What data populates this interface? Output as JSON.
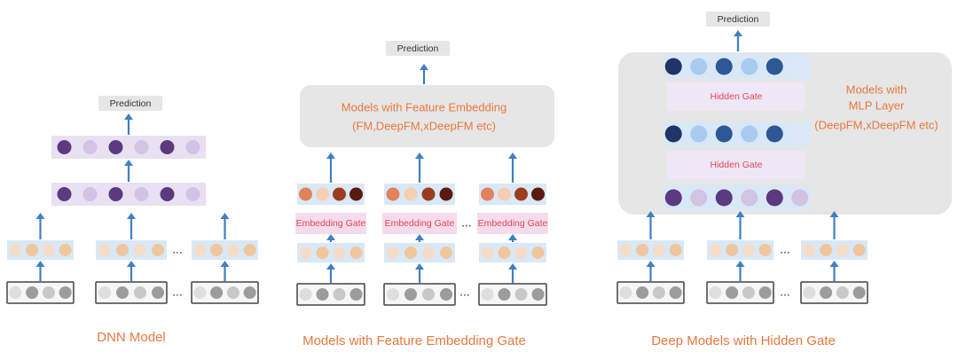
{
  "colors": {
    "arrow": "#3f7fc4",
    "orange_text": "#e8783e",
    "gate_text": "#e04858",
    "gray_box": "#e6e6e6",
    "embedding_bar": "#d9e8f6",
    "gate_bg": "#f5dcec",
    "hidden_gate_bg": "#efe6f6"
  },
  "labels": {
    "prediction": "Prediction",
    "ellipsis": "...",
    "embedding_gate": "Embedding Gate",
    "hidden_gate": "Hidden Gate"
  },
  "dnn": {
    "caption": "DNN Model"
  },
  "feature_embedding": {
    "box_line1": "Models with Feature Embedding",
    "box_line2": "(FM,DeepFM,xDeepFM etc)",
    "caption": "Models with Feature Embedding Gate"
  },
  "hidden_gate_model": {
    "label_line1": "Models with",
    "label_line2": "MLP Layer",
    "label_line3": "(DeepFM,xDeepFM etc)",
    "caption": "Deep Models with Hidden Gate"
  }
}
